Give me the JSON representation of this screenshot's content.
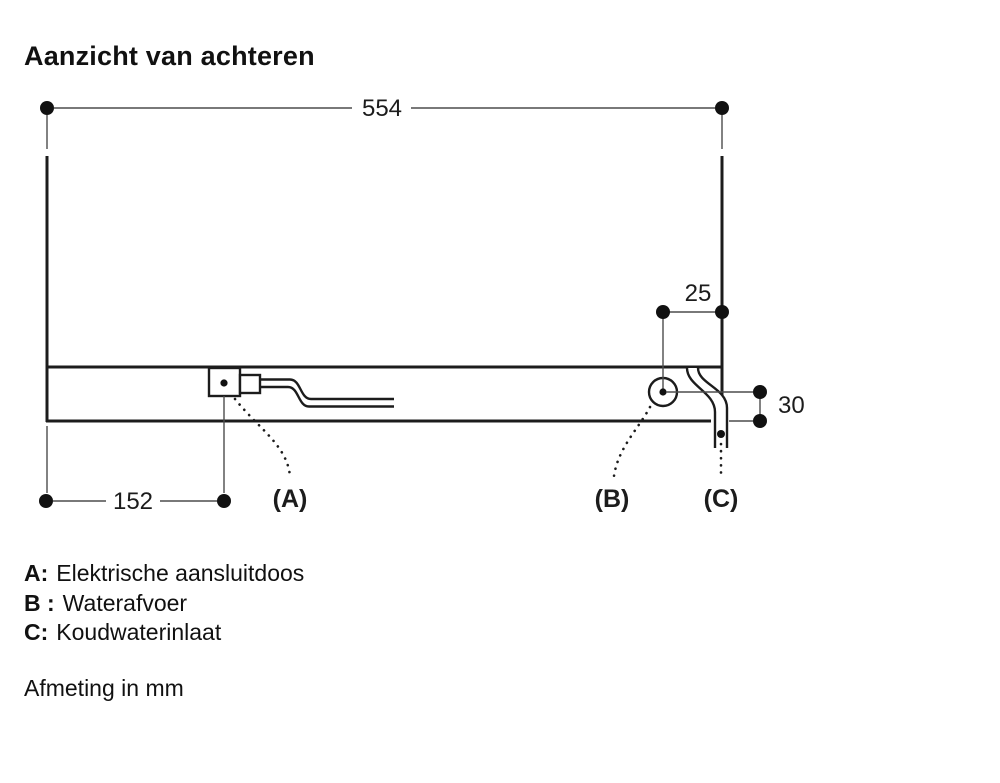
{
  "title": "Aanzicht van achteren",
  "diagram": {
    "dim_width": "554",
    "dim_inlet_offset": "25",
    "dim_inlet_height": "30",
    "dim_box_offset": "152",
    "callout_a": "(A)",
    "callout_b": "(B)",
    "callout_c": "(C)"
  },
  "legend": {
    "items": [
      {
        "key": "A:",
        "label": "Elektrische aansluitdoos"
      },
      {
        "key": "B :",
        "label": "Waterafvoer"
      },
      {
        "key": "C:",
        "label": "Koudwaterinlaat"
      }
    ]
  },
  "footer": "Afmeting in mm",
  "colors": {
    "outline": "#1c1c1c",
    "dimension_line": "#4d4d4d",
    "background": "#ffffff"
  }
}
